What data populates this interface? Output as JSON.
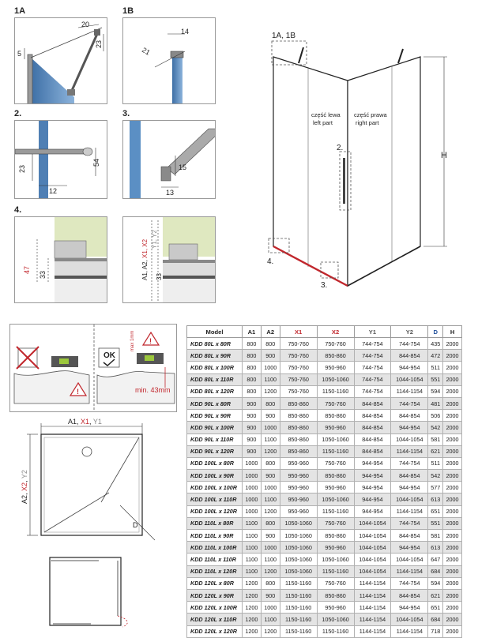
{
  "figures": {
    "f1a": {
      "label": "1A",
      "dims": [
        "5",
        "20",
        "23"
      ]
    },
    "f1b": {
      "label": "1B",
      "dims": [
        "14",
        "21"
      ]
    },
    "f2": {
      "label": "2.",
      "dims": [
        "54",
        "23",
        "12"
      ]
    },
    "f3": {
      "label": "3.",
      "dims": [
        "15",
        "13"
      ]
    },
    "f4": {
      "label": "4.",
      "dims": [
        "47",
        "33"
      ]
    },
    "f5": {
      "dims_red": "X1, X2",
      "dims_prefix": "A1, A2, ",
      "dims_gray": "Y1, Y2",
      "dim33": "33"
    }
  },
  "main_view": {
    "callout_1": "1A, 1B",
    "callout_2": "2.",
    "callout_3": "3.",
    "callout_4": "4.",
    "left_part_pl": "część lewa",
    "left_part_en": "left part",
    "right_part_pl": "część prawa",
    "right_part_en": "right part",
    "height_label": "H"
  },
  "install": {
    "ok_text": "OK",
    "max_label": "max 1mm",
    "min_label": "min. 43mm"
  },
  "plan": {
    "top_prefix": "A1, ",
    "top_red": "X1",
    "top_sep": ", ",
    "top_gray": "Y1",
    "side_prefix": "A2, ",
    "side_red": "X2",
    "side_sep": ", ",
    "side_gray": "Y2",
    "diag": "D"
  },
  "table": {
    "headers": [
      "Model",
      "A1",
      "A2",
      "X1",
      "X2",
      "Y1",
      "Y2",
      "D",
      "H"
    ],
    "rows": [
      [
        "KDD 80L x 80R",
        "800",
        "800",
        "750-760",
        "750-760",
        "744-754",
        "744-754",
        "435",
        "2000"
      ],
      [
        "KDD 80L x 90R",
        "800",
        "900",
        "750-760",
        "850-860",
        "744-754",
        "844-854",
        "472",
        "2000"
      ],
      [
        "KDD 80L x 100R",
        "800",
        "1000",
        "750-760",
        "950-960",
        "744-754",
        "944-954",
        "511",
        "2000"
      ],
      [
        "KDD 80L x 110R",
        "800",
        "1100",
        "750-760",
        "1050-1060",
        "744-754",
        "1044-1054",
        "551",
        "2000"
      ],
      [
        "KDD 80L x 120R",
        "800",
        "1200",
        "750-760",
        "1150-1160",
        "744-754",
        "1144-1154",
        "594",
        "2000"
      ],
      [
        "KDD 90L x 80R",
        "900",
        "800",
        "850-860",
        "750-760",
        "844-854",
        "744-754",
        "481",
        "2000"
      ],
      [
        "KDD 90L x 90R",
        "900",
        "900",
        "850-860",
        "850-860",
        "844-854",
        "844-854",
        "506",
        "2000"
      ],
      [
        "KDD 90L x 100R",
        "900",
        "1000",
        "850-860",
        "950-960",
        "844-854",
        "944-954",
        "542",
        "2000"
      ],
      [
        "KDD 90L x 110R",
        "900",
        "1100",
        "850-860",
        "1050-1060",
        "844-854",
        "1044-1054",
        "581",
        "2000"
      ],
      [
        "KDD 90L x 120R",
        "900",
        "1200",
        "850-860",
        "1150-1160",
        "844-854",
        "1144-1154",
        "621",
        "2000"
      ],
      [
        "KDD 100L x 80R",
        "1000",
        "800",
        "950-960",
        "750-760",
        "944-954",
        "744-754",
        "511",
        "2000"
      ],
      [
        "KDD 100L x 90R",
        "1000",
        "900",
        "950-960",
        "850-860",
        "944-954",
        "844-854",
        "542",
        "2000"
      ],
      [
        "KDD 100L x 100R",
        "1000",
        "1000",
        "950-960",
        "950-960",
        "944-954",
        "944-954",
        "577",
        "2000"
      ],
      [
        "KDD 100L x 110R",
        "1000",
        "1100",
        "950-960",
        "1050-1060",
        "944-954",
        "1044-1054",
        "613",
        "2000"
      ],
      [
        "KDD 100L x 120R",
        "1000",
        "1200",
        "950-960",
        "1150-1160",
        "944-954",
        "1144-1154",
        "651",
        "2000"
      ],
      [
        "KDD 110L x 80R",
        "1100",
        "800",
        "1050-1060",
        "750-760",
        "1044-1054",
        "744-754",
        "551",
        "2000"
      ],
      [
        "KDD 110L x 90R",
        "1100",
        "900",
        "1050-1060",
        "850-860",
        "1044-1054",
        "844-854",
        "581",
        "2000"
      ],
      [
        "KDD 110L x 100R",
        "1100",
        "1000",
        "1050-1060",
        "950-960",
        "1044-1054",
        "944-954",
        "613",
        "2000"
      ],
      [
        "KDD 110L x 110R",
        "1100",
        "1100",
        "1050-1060",
        "1050-1060",
        "1044-1054",
        "1044-1054",
        "647",
        "2000"
      ],
      [
        "KDD 110L x 120R",
        "1100",
        "1200",
        "1050-1060",
        "1150-1160",
        "1044-1054",
        "1144-1154",
        "684",
        "2000"
      ],
      [
        "KDD 120L x 80R",
        "1200",
        "800",
        "1150-1160",
        "750-760",
        "1144-1154",
        "744-754",
        "594",
        "2000"
      ],
      [
        "KDD 120L x 90R",
        "1200",
        "900",
        "1150-1160",
        "850-860",
        "1144-1154",
        "844-854",
        "621",
        "2000"
      ],
      [
        "KDD 120L x 100R",
        "1200",
        "1000",
        "1150-1160",
        "950-960",
        "1144-1154",
        "944-954",
        "651",
        "2000"
      ],
      [
        "KDD 120L x 110R",
        "1200",
        "1100",
        "1150-1160",
        "1050-1060",
        "1144-1154",
        "1044-1054",
        "684",
        "2000"
      ],
      [
        "KDD 120L x 120R",
        "1200",
        "1200",
        "1150-1160",
        "1150-1160",
        "1144-1154",
        "1144-1154",
        "718",
        "2000"
      ]
    ]
  },
  "colors": {
    "red": "#c1272d",
    "blue": "#1f4e9a",
    "glass": "#5b8fc4",
    "gray_text": "#888888"
  }
}
